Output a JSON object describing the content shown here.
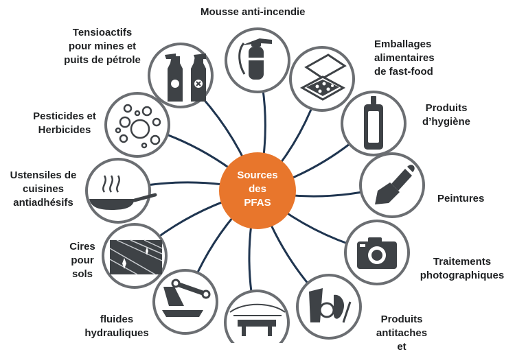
{
  "center": {
    "label": "Sources\ndes\nPFAS",
    "color": "#e8762c"
  },
  "colors": {
    "node_ring": "#6b6e72",
    "connector": "#1f3550",
    "icon": "#3e4246"
  },
  "sources": [
    {
      "id": "fire-foam",
      "label": "Mousse anti-incendie",
      "icon": "fire-extinguisher-icon"
    },
    {
      "id": "food-packaging",
      "label": "Emballages\nalimentaires\nde fast-food",
      "icon": "pizza-box-icon"
    },
    {
      "id": "hygiene",
      "label": "Produits\nd’hygiène",
      "icon": "shampoo-bottle-icon"
    },
    {
      "id": "paints",
      "label": "Peintures",
      "icon": "paintbrush-icon"
    },
    {
      "id": "photo",
      "label": "Traitements\nphotographiques",
      "icon": "camera-icon"
    },
    {
      "id": "stain",
      "label": "Produits\nantitaches et",
      "icon": "stained-fabric-icon"
    },
    {
      "id": "textiles",
      "label": "",
      "icon": "field-bench-icon"
    },
    {
      "id": "hydraulic",
      "label": "fluides\nhydrauliques",
      "icon": "airplane-tail-icon"
    },
    {
      "id": "waxes",
      "label": "Cires\npour\nsols",
      "icon": "shiny-floor-icon"
    },
    {
      "id": "cookware",
      "label": "Ustensiles de\ncuisines\nantiadhésifs",
      "icon": "frying-pan-icon"
    },
    {
      "id": "pesticides",
      "label": "Pesticides et\nHerbicides",
      "icon": "bubbles-icon"
    },
    {
      "id": "surfactants",
      "label": "Tensioactifs\npour mines et\npuits de pétrole",
      "icon": "spray-bottles-icon"
    }
  ]
}
